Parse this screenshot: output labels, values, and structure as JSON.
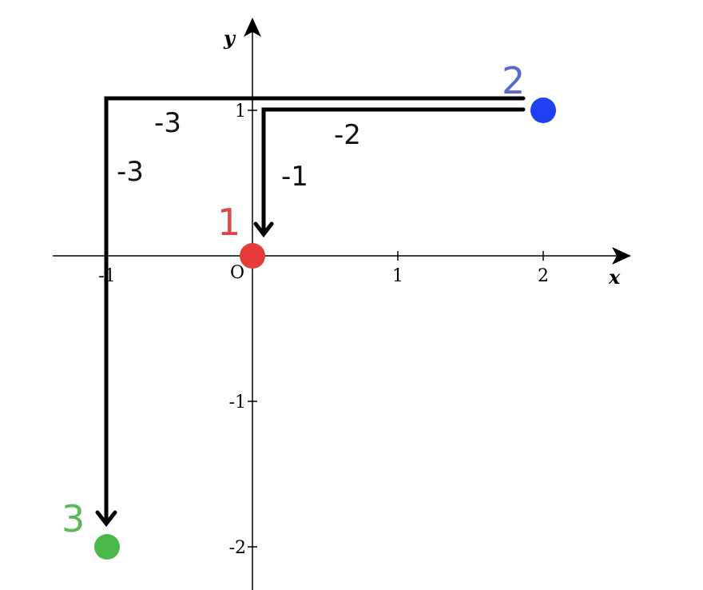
{
  "axes": {
    "x_name": "x",
    "y_name": "y",
    "origin_label": "O",
    "x_ticks": [
      {
        "value": -1,
        "label": "-1"
      },
      {
        "value": 1,
        "label": "1"
      },
      {
        "value": 2,
        "label": "2"
      }
    ],
    "y_ticks": [
      {
        "value": 1,
        "label": "1"
      },
      {
        "value": -1,
        "label": "-1"
      },
      {
        "value": -2,
        "label": "-2"
      }
    ]
  },
  "points": [
    {
      "label": "1",
      "x": 0,
      "y": 0,
      "color": "#e63b3b"
    },
    {
      "label": "2",
      "x": 2,
      "y": 1,
      "color": "#1f3ff0"
    },
    {
      "label": "3",
      "x": -1,
      "y": -2,
      "color": "#4cb84a"
    }
  ],
  "label_colors": {
    "1": "#e04848",
    "2": "#5a6ad0",
    "3": "#5cb85c"
  },
  "paths": {
    "inner": {
      "steps": [
        "-2",
        "-1"
      ]
    },
    "outer": {
      "steps": [
        "-3",
        "-3"
      ]
    }
  },
  "colors": {
    "axis": "#000000",
    "path": "#000000"
  }
}
